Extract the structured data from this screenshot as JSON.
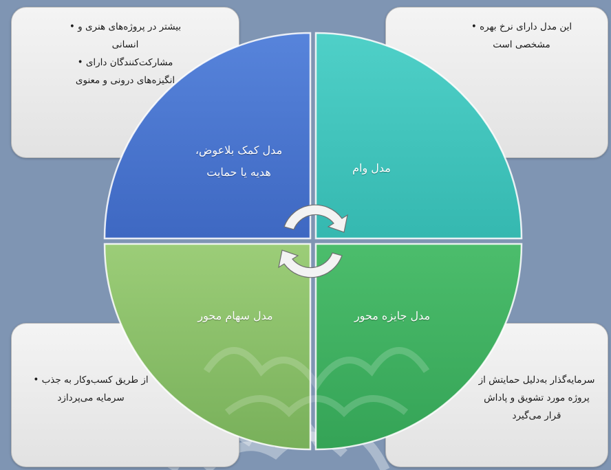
{
  "colors": {
    "background": "#7f95b3",
    "quadrant_grant": "#4a77d1",
    "quadrant_loan": "#3ec6be",
    "quadrant_equity": "#8cc26a",
    "quadrant_reward": "#47b266",
    "panel": "#eaeaea",
    "cycle_arrow": "#ffffff"
  },
  "quadrants": {
    "grant": {
      "line1": "مدل کمک بلاعوض،",
      "line2": "هدیه یا حمایت"
    },
    "loan": {
      "label": "مدل وام"
    },
    "equity": {
      "label": "مدل سهام محور"
    },
    "reward": {
      "label": "مدل جایزه محور"
    }
  },
  "panels": {
    "top_left": {
      "bullet1_line1": "بیشتر در پروژه‌های هنری و •",
      "bullet1_line2": "انسانی",
      "bullet2_line1": "مشارکت‌کنندگان دارای •",
      "bullet2_line2": "انگیزه‌های درونی و معنوی"
    },
    "top_right": {
      "bullet1_line1": "این مدل دارای نرخ بهره •",
      "bullet1_line2": "مشخصی است"
    },
    "bottom_left": {
      "bullet1_line1": "از طریق کسب‌وکار به جذب •",
      "bullet1_line2": "سرمایه می‌پردازد"
    },
    "bottom_right": {
      "line1": "سرمایه‌گذار به‌دلیل حمایتش از",
      "line2": "پروژه مورد تشویق و پاداش",
      "line3": "قرار می‌گیرد"
    }
  },
  "icons": {
    "cycle": "circular-arrows-icon",
    "background_pattern": "ornament-pattern"
  }
}
